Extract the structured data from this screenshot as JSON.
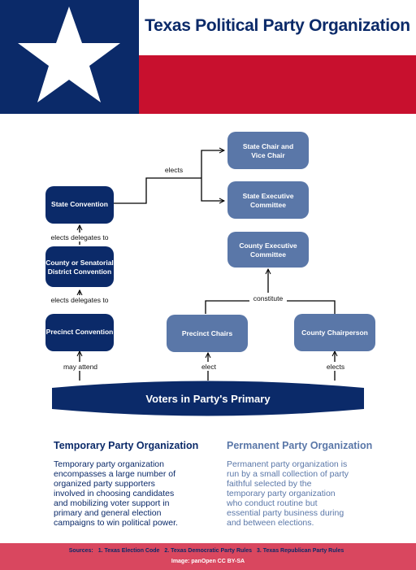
{
  "title": "Texas Political Party Organization",
  "colors": {
    "navy": "#0b2a69",
    "slate": "#5a77a8",
    "red": "#c8102e",
    "footer": "#d9475f"
  },
  "nodes": {
    "state_convention": "State Convention",
    "district_convention_line1": "County or Senatorial",
    "district_convention_line2": "District Convention",
    "precinct_convention": "Precinct Convention",
    "state_chair_line1": "State Chair and",
    "state_chair_line2": "Vice Chair",
    "state_exec_line1": "State Executive",
    "state_exec_line2": "Committee",
    "county_exec_line1": "County Executive",
    "county_exec_line2": "Committee",
    "precinct_chairs": "Precinct Chairs",
    "county_chair": "County Chairperson",
    "voters": "Voters in Party's Primary"
  },
  "edges": {
    "elects": "elects",
    "elects_delegates_1": "elects  delegates to",
    "elects_delegates_2": "elects  delegates to",
    "constitute": "constitute",
    "may_attend": "may  attend",
    "elect": "elect",
    "elects_county": "elects"
  },
  "temporary": {
    "heading": "Temporary Party Organization",
    "lines": [
      "Temporary party organization",
      "encompasses a large number of",
      "organized party supporters",
      "involved in choosing candidates",
      "and mobilizing voter support in",
      "primary and general election",
      "campaigns to win political power."
    ]
  },
  "permanent": {
    "heading": "Permanent Party Organization",
    "lines": [
      "Permanent party organization is",
      "run by a small collection of party",
      "faithful selected by the",
      "temporary party organization",
      "who conduct routine but",
      "essential party business during",
      "and between elections."
    ]
  },
  "footer": {
    "sources_label": "Sources:",
    "sources": [
      "1. Texas Election Code",
      "2. Texas Democratic Party Rules",
      "3. Texas Republican Party Rules"
    ],
    "credit": "Image: panOpen CC BY-SA"
  }
}
